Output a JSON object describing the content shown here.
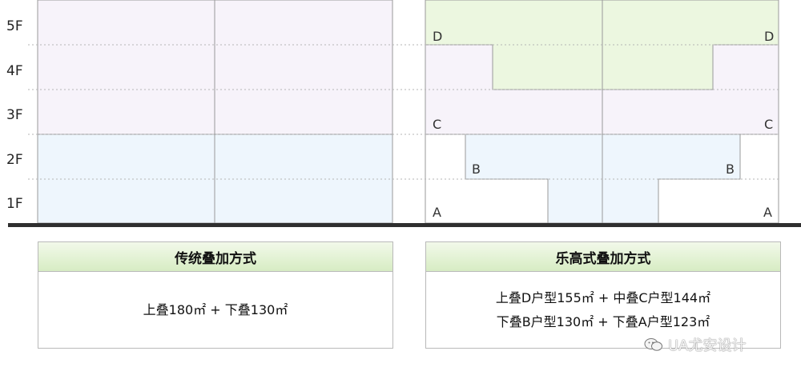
{
  "floors": [
    "5F",
    "4F",
    "3F",
    "2F",
    "1F"
  ],
  "units": {
    "left_side": [
      "D",
      "C",
      "B",
      "A"
    ],
    "right_side": [
      "D",
      "C",
      "B",
      "A"
    ]
  },
  "colors": {
    "upper_fill": "#f7f3fa",
    "lower_fill": "#eef6fd",
    "unit_d_fill": "#ecf7e0",
    "unit_d_stroke": "#a8cf8a",
    "outline": "#9a9a9a",
    "ground": "#2f2f2f",
    "header_gradient_top": "#f2f9ea",
    "header_gradient_bottom": "#d7ecc3"
  },
  "traditional": {
    "title": "传统叠加方式",
    "lines": [
      "上叠180㎡ + 下叠130㎡"
    ]
  },
  "lego": {
    "title": "乐高式叠加方式",
    "lines": [
      "上叠D户型155㎡ + 中叠C户型144㎡",
      "下叠B户型130㎡ + 下叠A户型123㎡"
    ]
  },
  "watermark": {
    "icon": "wechat-icon",
    "text": "UA尤安设计"
  }
}
